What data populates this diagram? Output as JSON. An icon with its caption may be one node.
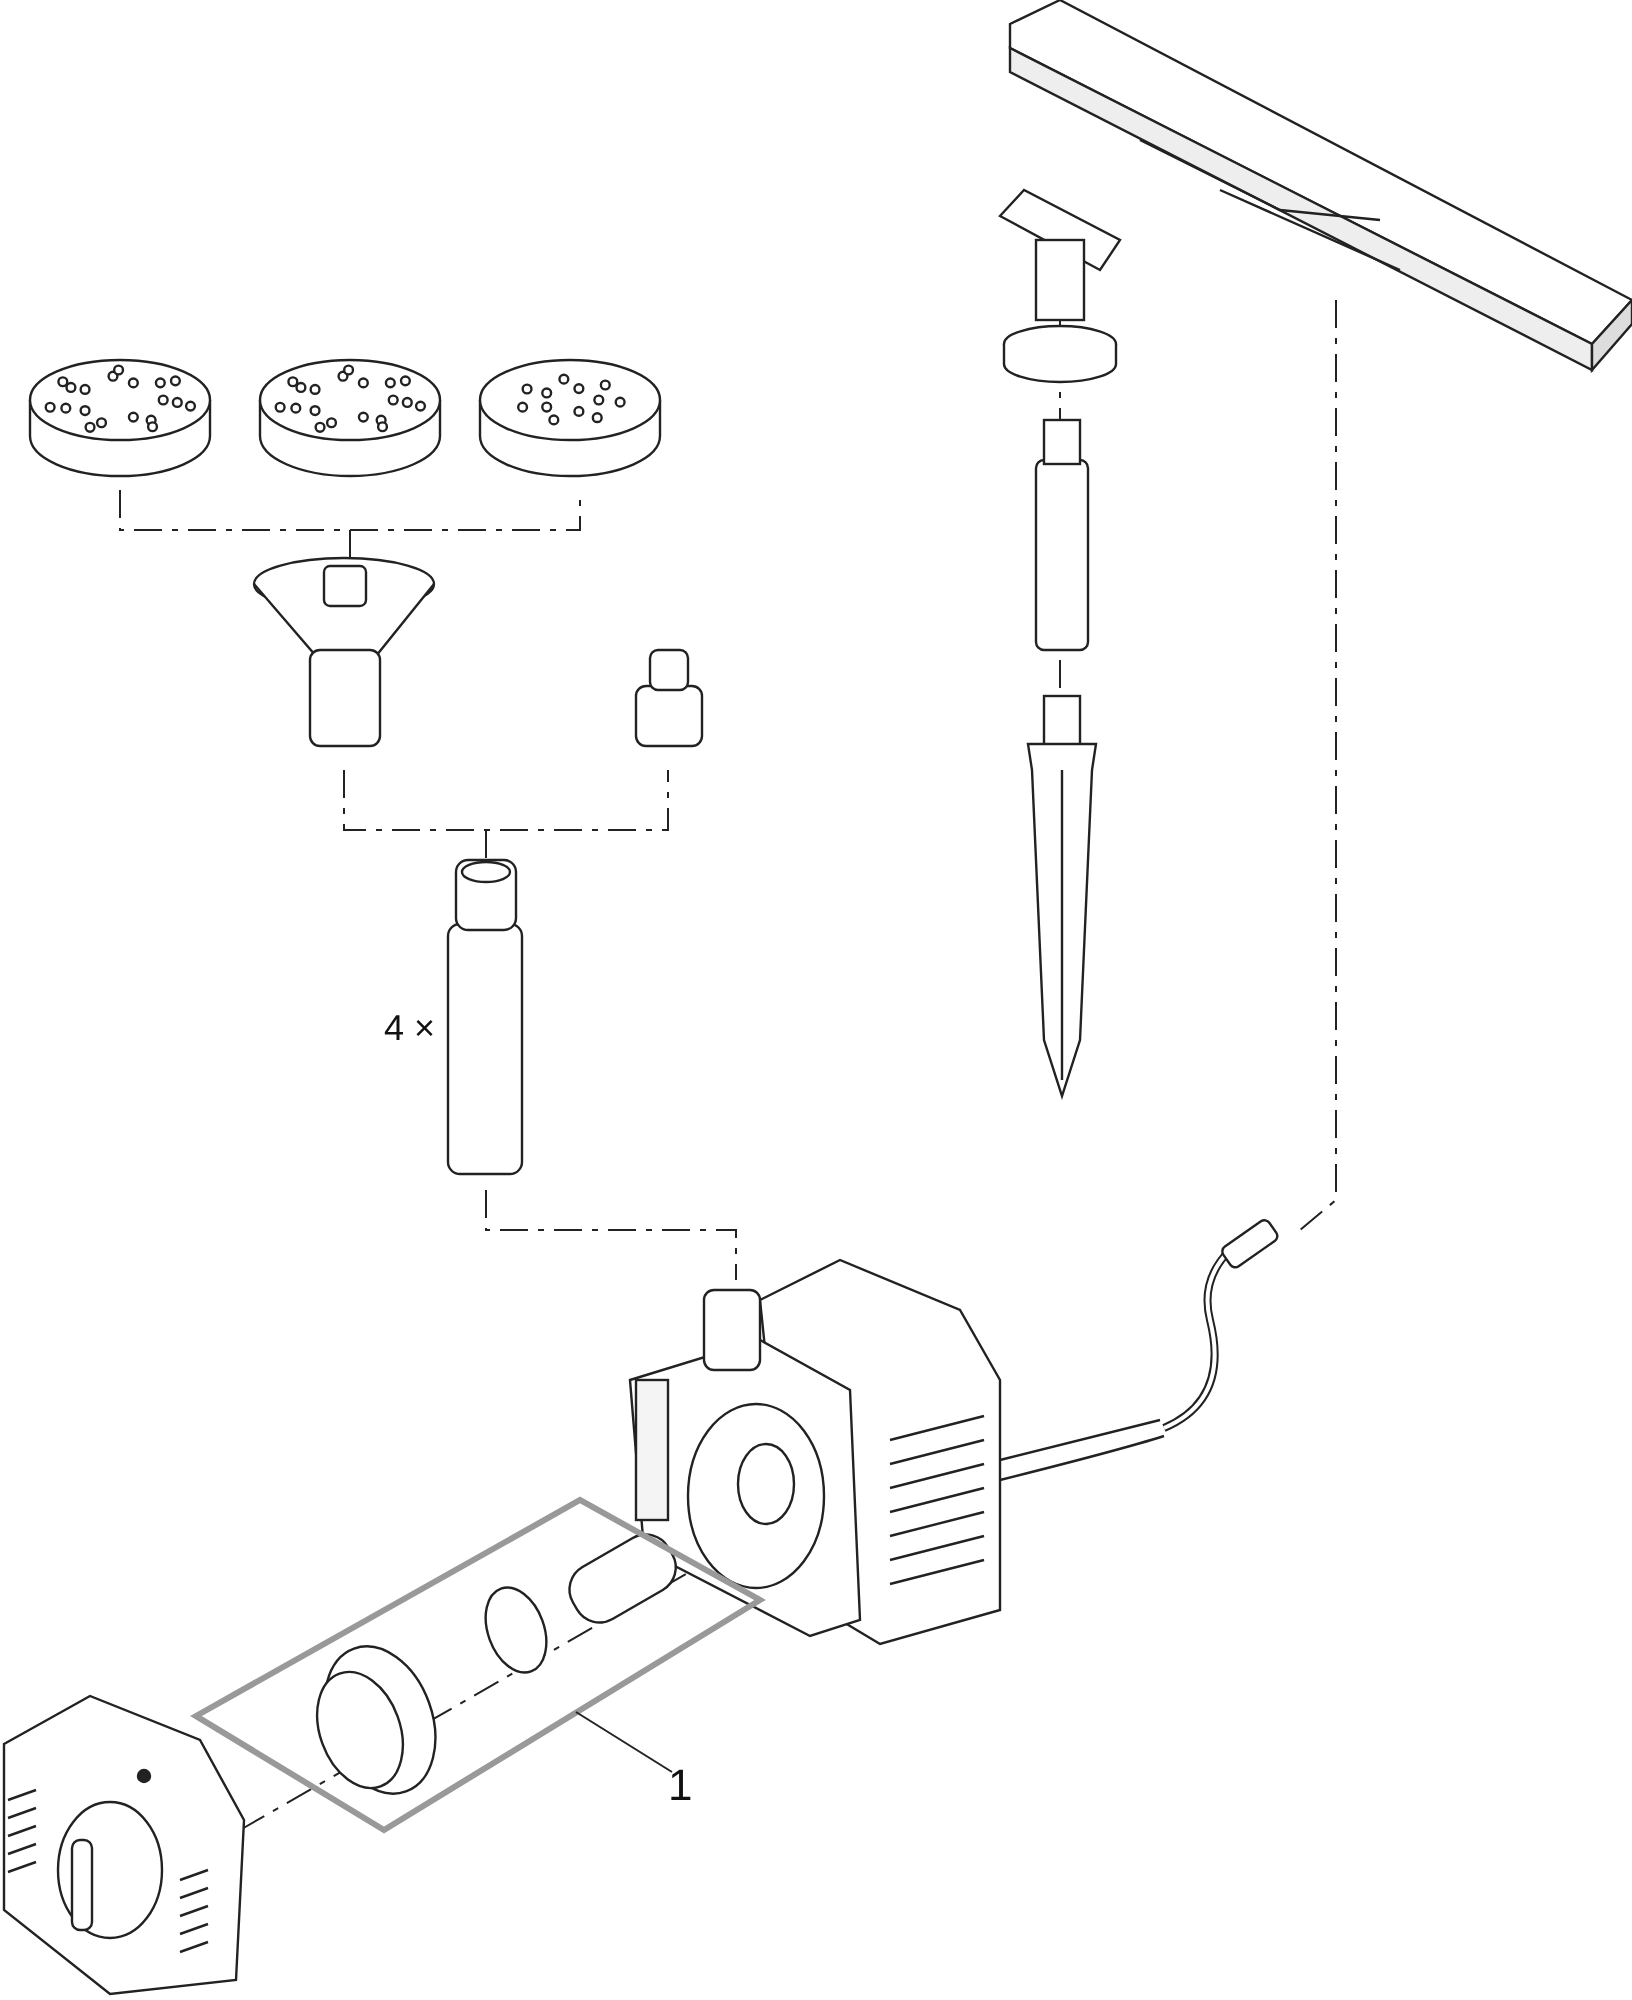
{
  "diagram": {
    "nodes": [
      {
        "text": [
          "1"
        ]
      },
      {
        "text": [],
        "shape": "box"
      }
    ],
    "edges": [
      {
        "from": 0,
        "to": 1,
        "arrow": "none"
      }
    ],
    "labels": [
      "4 ×"
    ]
  }
}
